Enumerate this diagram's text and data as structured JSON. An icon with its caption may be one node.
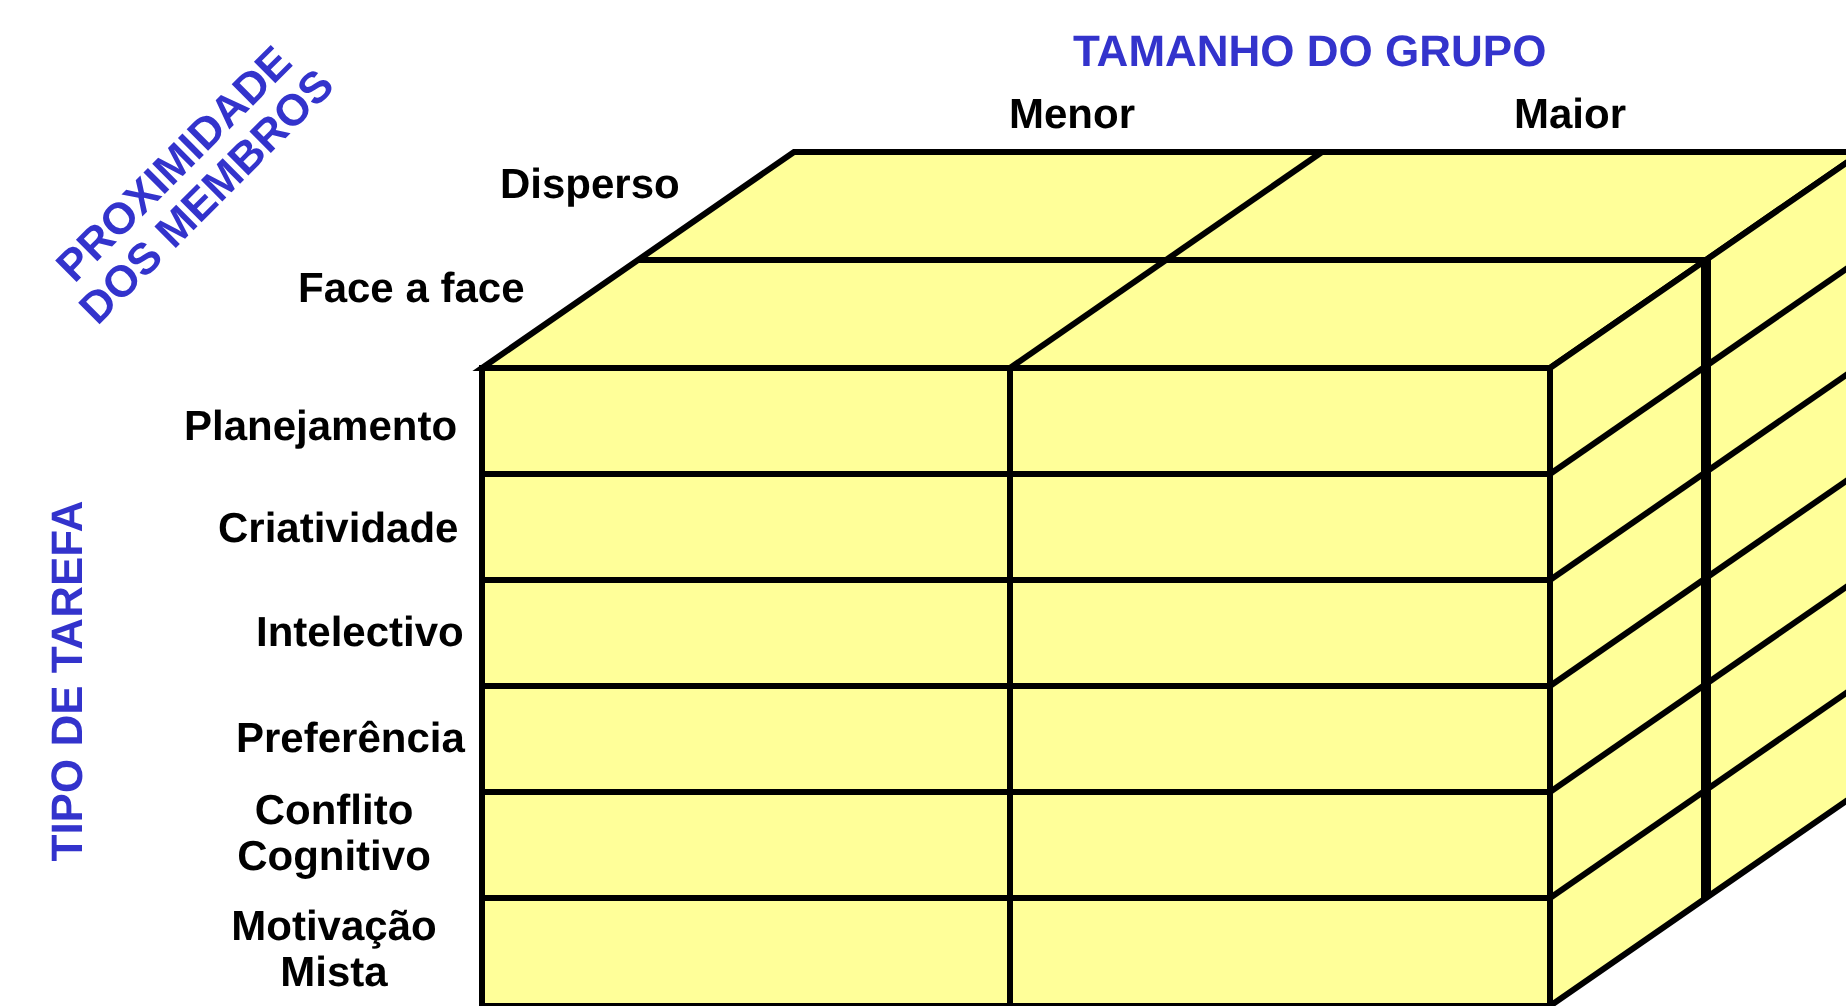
{
  "diagram": {
    "labels": [
      "TAMANHO DO GRUPO",
      "Menor",
      "Maior",
      "PROXIMIDADE DOS MEMBROS",
      "Disperso",
      "Face a face",
      "TIPO DE TAREFA",
      "Planejamento",
      "Criatividade",
      "Intelectivo",
      "Preferência",
      "Conflito Cognitivo",
      "Motivação Mista"
    ]
  }
}
